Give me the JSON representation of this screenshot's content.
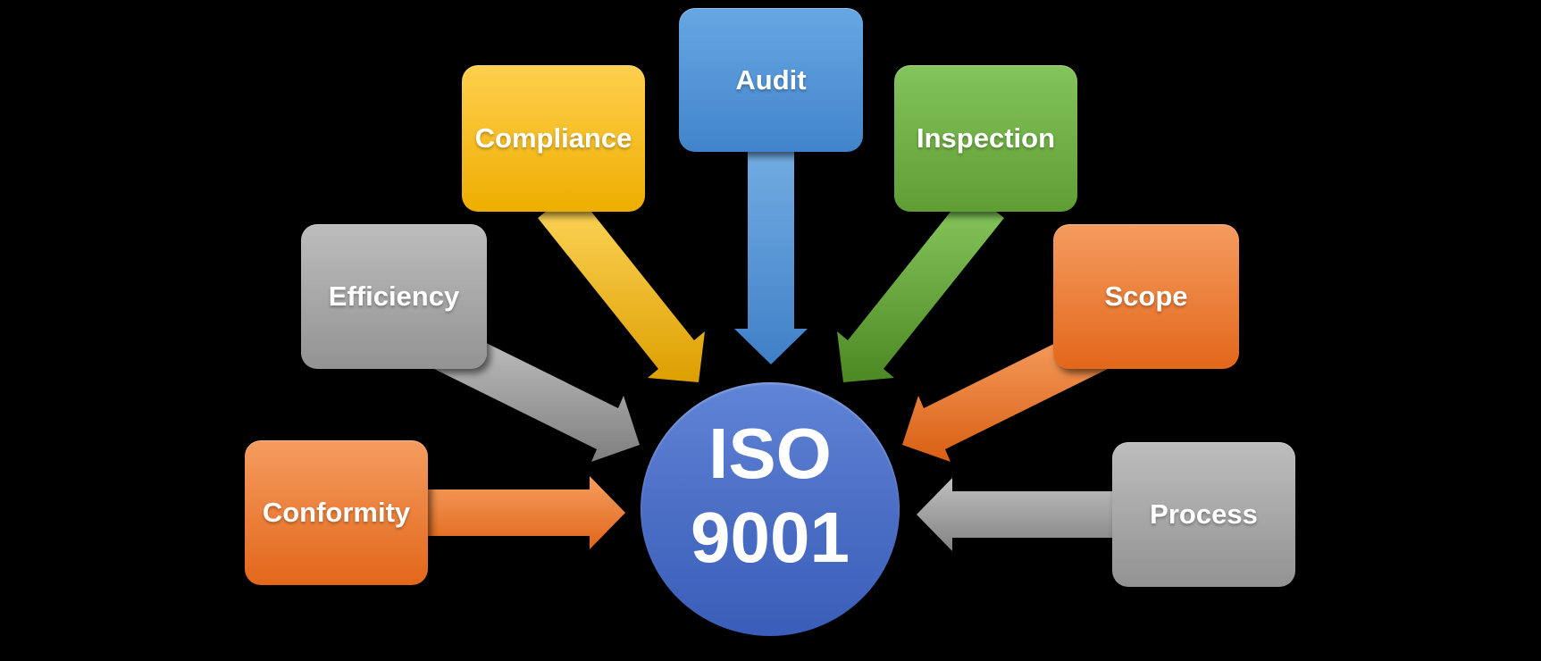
{
  "diagram": {
    "title": "ISO 9001 factors diagram",
    "background_color": "#000000",
    "center": {
      "line1": "ISO",
      "line2": "9001",
      "color": "#4472C4"
    },
    "nodes": [
      {
        "id": "audit",
        "label": "Audit",
        "color": "#5B9BD5",
        "position": "top-center",
        "arrow_direction": "down"
      },
      {
        "id": "compliance",
        "label": "Compliance",
        "color": "#FFC000",
        "position": "upper-left",
        "arrow_direction": "down-right"
      },
      {
        "id": "inspection",
        "label": "Inspection",
        "color": "#70AD47",
        "position": "upper-right",
        "arrow_direction": "down-left"
      },
      {
        "id": "efficiency",
        "label": "Efficiency",
        "color": "#A5A5A5",
        "position": "middle-left",
        "arrow_direction": "down-right"
      },
      {
        "id": "scope",
        "label": "Scope",
        "color": "#ED7D31",
        "position": "middle-right",
        "arrow_direction": "down-left"
      },
      {
        "id": "conformity",
        "label": "Conformity",
        "color": "#ED7D31",
        "position": "lower-left",
        "arrow_direction": "right"
      },
      {
        "id": "process",
        "label": "Process",
        "color": "#A5A5A5",
        "position": "lower-right",
        "arrow_direction": "left"
      }
    ]
  }
}
